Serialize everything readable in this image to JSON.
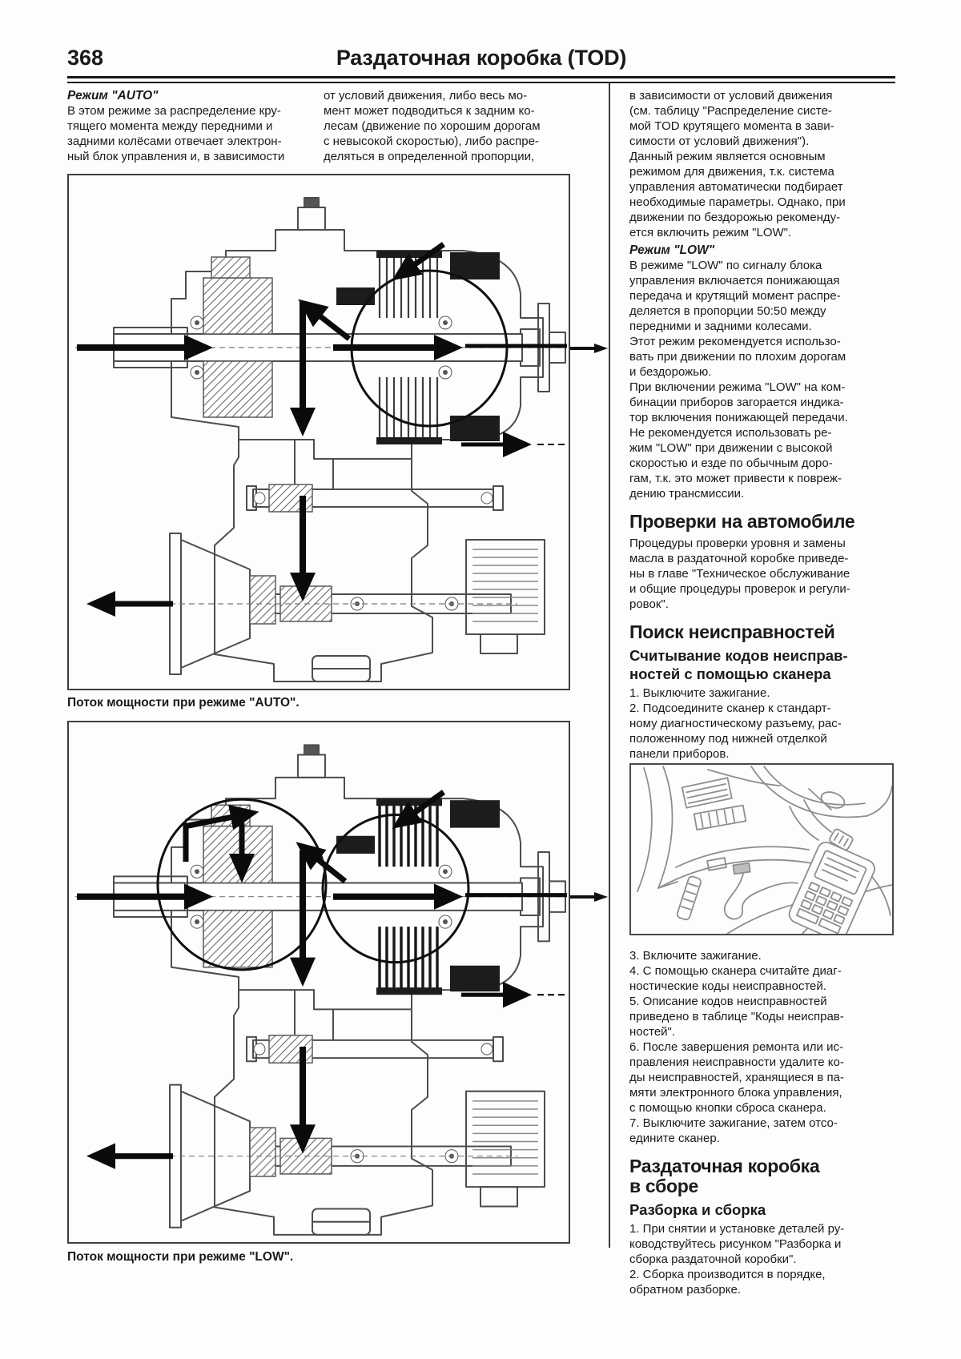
{
  "header": {
    "page_number": "368",
    "title": "Раздаточная коробка (TOD)"
  },
  "intro": {
    "col1_heading": "Режим \"AUTO\"",
    "col1_lines": [
      "В этом режиме за распределение кру-",
      "тящего момента между передними и",
      "задними колёсами отвечает электрон-",
      "ный блок управления и, в зависимости"
    ],
    "col2_lines": [
      "от условий движения, либо весь мо-",
      "мент может подводиться к задним ко-",
      "лесам (движение по хорошим дорогам",
      "с невысокой скоростью), либо распре-",
      "деляться в определенной пропорции,"
    ]
  },
  "col3": {
    "auto_lines": [
      "в зависимости от условий движения",
      "(см. таблицу \"Распределение систе-",
      "мой TOD крутящего момента в зави-",
      "симости от условий движения\").",
      "Данный режим является основным",
      "режимом для движения, т.к. система",
      "управления автоматически подбирает",
      "необходимые параметры. Однако, при",
      "движении по бездорожью рекоменду-",
      "ется включить режим \"LOW\"."
    ],
    "low_heading": "Режим \"LOW\"",
    "low_lines": [
      "В режиме \"LOW\" по сигналу блока",
      "управления включается понижающая",
      "передача и крутящий момент распре-",
      "деляется в пропорции 50:50 между",
      "передними и задними колесами.",
      "Этот режим рекомендуется использо-",
      "вать при движении по плохим дорогам",
      "и бездорожью.",
      "При включении режима \"LOW\" на ком-",
      "бинации приборов загорается индика-",
      "тор включения понижающей передачи.",
      "Не рекомендуется использовать ре-",
      "жим \"LOW\" при движении с высокой",
      "скоростью и езде по обычным доро-",
      "гам, т.к. это может привести к повреж-",
      "дению трансмиссии."
    ]
  },
  "checks": {
    "heading": "Проверки на автомобиле",
    "lines": [
      "Процедуры проверки уровня и замены",
      "масла в раздаточной коробке приведе-",
      "ны в главе \"Техническое обслуживание",
      "и общие процедуры проверок и регули-",
      "ровок\"."
    ]
  },
  "trouble": {
    "heading": "Поиск неисправностей",
    "subheading_lines": [
      "Считывание кодов неисправ-",
      "ностей с помощью сканера"
    ],
    "steps_before": [
      "1. Выключите зажигание.",
      "2. Подсоедините сканер к стандарт-",
      "ному диагностическому разъему, рас-",
      "положенному под нижней отделкой",
      "панели приборов."
    ],
    "steps_after": [
      "3. Включите зажигание.",
      "4. С помощью сканера считайте диаг-",
      "ностические коды неисправностей.",
      "5. Описание кодов неисправностей",
      "приведено в таблице \"Коды неисправ-",
      "ностей\".",
      "6. После завершения ремонта или ис-",
      "правления неисправности удалите ко-",
      "ды неисправностей, хранящиеся в па-",
      "мяти электронного блока управления,",
      "с помощью кнопки сброса сканера.",
      "7. Выключите зажигание, затем отсо-",
      "едините сканер."
    ]
  },
  "assembly": {
    "heading_lines": [
      "Раздаточная коробка",
      "в сборе"
    ],
    "subheading": "Разборка и сборка",
    "steps": [
      "1. При снятии и установке деталей ру-",
      "ководствуйтесь рисунком \"Разборка и",
      "сборка раздаточной коробки\".",
      "2. Сборка производится в порядке,",
      "обратном разборке."
    ]
  },
  "figures": {
    "auto_caption": "Поток мощности при режиме \"AUTO\".",
    "low_caption": "Поток мощности при режиме \"LOW\"."
  }
}
